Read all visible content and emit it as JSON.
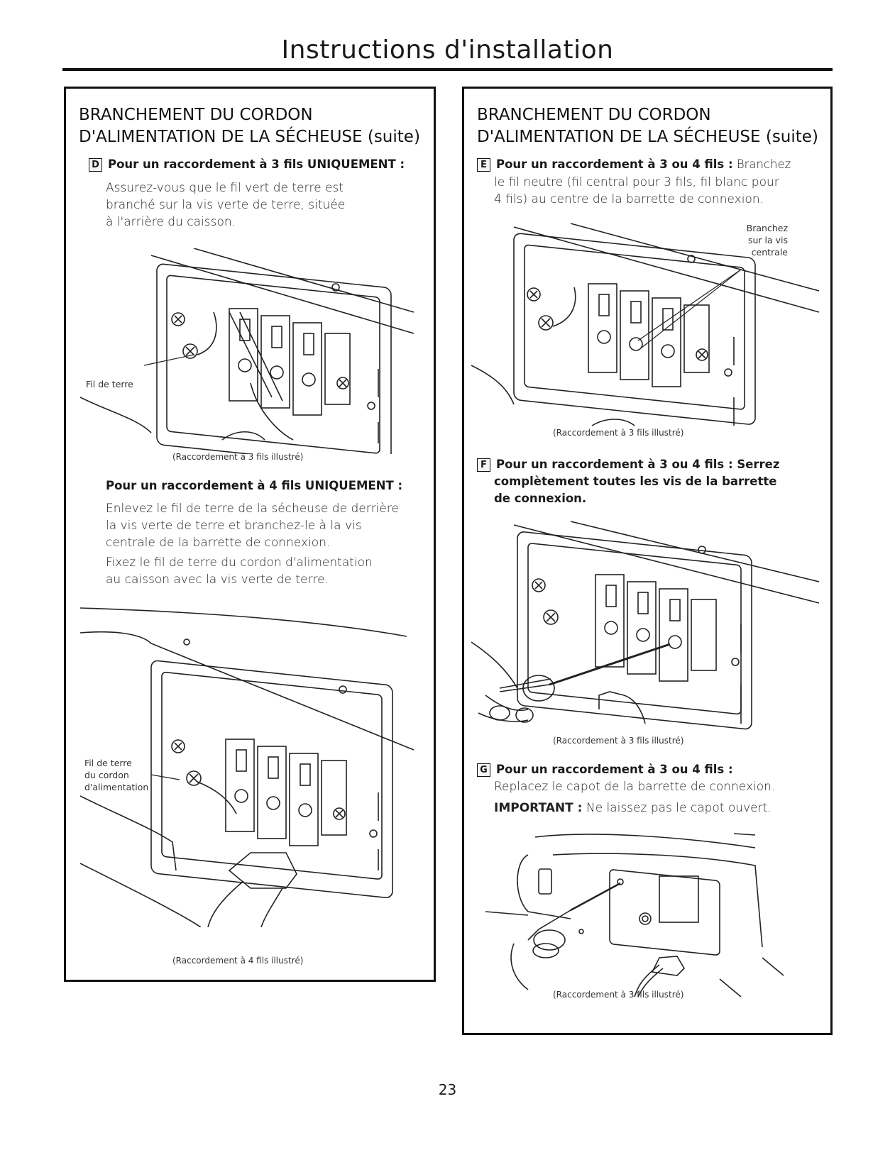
{
  "page_title": "Instructions d'installation",
  "page_number": "23",
  "left": {
    "heading_line1": "BRANCHEMENT DU CORDON",
    "heading_line2": "D'ALIMENTATION DE LA SÉCHEUSE (suite)",
    "step_d": {
      "badge": "D",
      "lead": "Pour un raccordement à 3 fils UNIQUEMENT :",
      "body_lines": [
        "Assurez-vous que le fil vert de terre est",
        "branché sur la vis verte de terre, située",
        "à l'arrière du caisson."
      ]
    },
    "figure1": {
      "callout": "Fil de terre",
      "caption": "(Raccordement à 3 fils illustré)"
    },
    "four_wire": {
      "lead": "Pour un raccordement à 4 fils UNIQUEMENT :",
      "para1_lines": [
        "Enlevez le fil de terre de la sécheuse de derrière",
        "la vis verte de terre et branchez-le à la vis",
        "centrale de la barrette de connexion."
      ],
      "para2_lines": [
        "Fixez le fil de terre du cordon d'alimentation",
        "au caisson avec la vis verte de terre."
      ]
    },
    "figure2": {
      "callout_lines": [
        "Fil de terre",
        "du cordon",
        "d'alimentation"
      ],
      "caption": "(Raccordement à 4 fils illustré)"
    }
  },
  "right": {
    "heading_line1": "BRANCHEMENT DU CORDON",
    "heading_line2": "D'ALIMENTATION DE LA SÉCHEUSE (suite)",
    "step_e": {
      "badge": "E",
      "lead": "Pour un raccordement à 3 ou 4 fils :",
      "line1_rest": "Branchez",
      "body_lines": [
        "le fil neutre (fil central pour 3 fils, fil blanc pour",
        "4 fils) au centre de la barrette de connexion."
      ]
    },
    "figure3": {
      "callout_lines": [
        "Branchez",
        "sur la vis",
        "centrale"
      ],
      "caption": "(Raccordement à 3 fils illustré)"
    },
    "step_f": {
      "badge": "F",
      "lines": [
        "Pour un raccordement à 3 ou 4 fils : Serrez",
        "complètement toutes les vis de la barrette",
        "de connexion."
      ]
    },
    "figure4": {
      "caption": "(Raccordement à 3 fils illustré)"
    },
    "step_g": {
      "badge": "G",
      "lead": "Pour un raccordement à 3 ou 4 fils :",
      "body": "Replacez le capot de la barrette de connexion.",
      "important_label": "IMPORTANT :",
      "important_text": "Ne laissez pas le capot ouvert."
    },
    "figure5": {
      "caption": "(Raccordement à 3 fils illustré)"
    }
  }
}
